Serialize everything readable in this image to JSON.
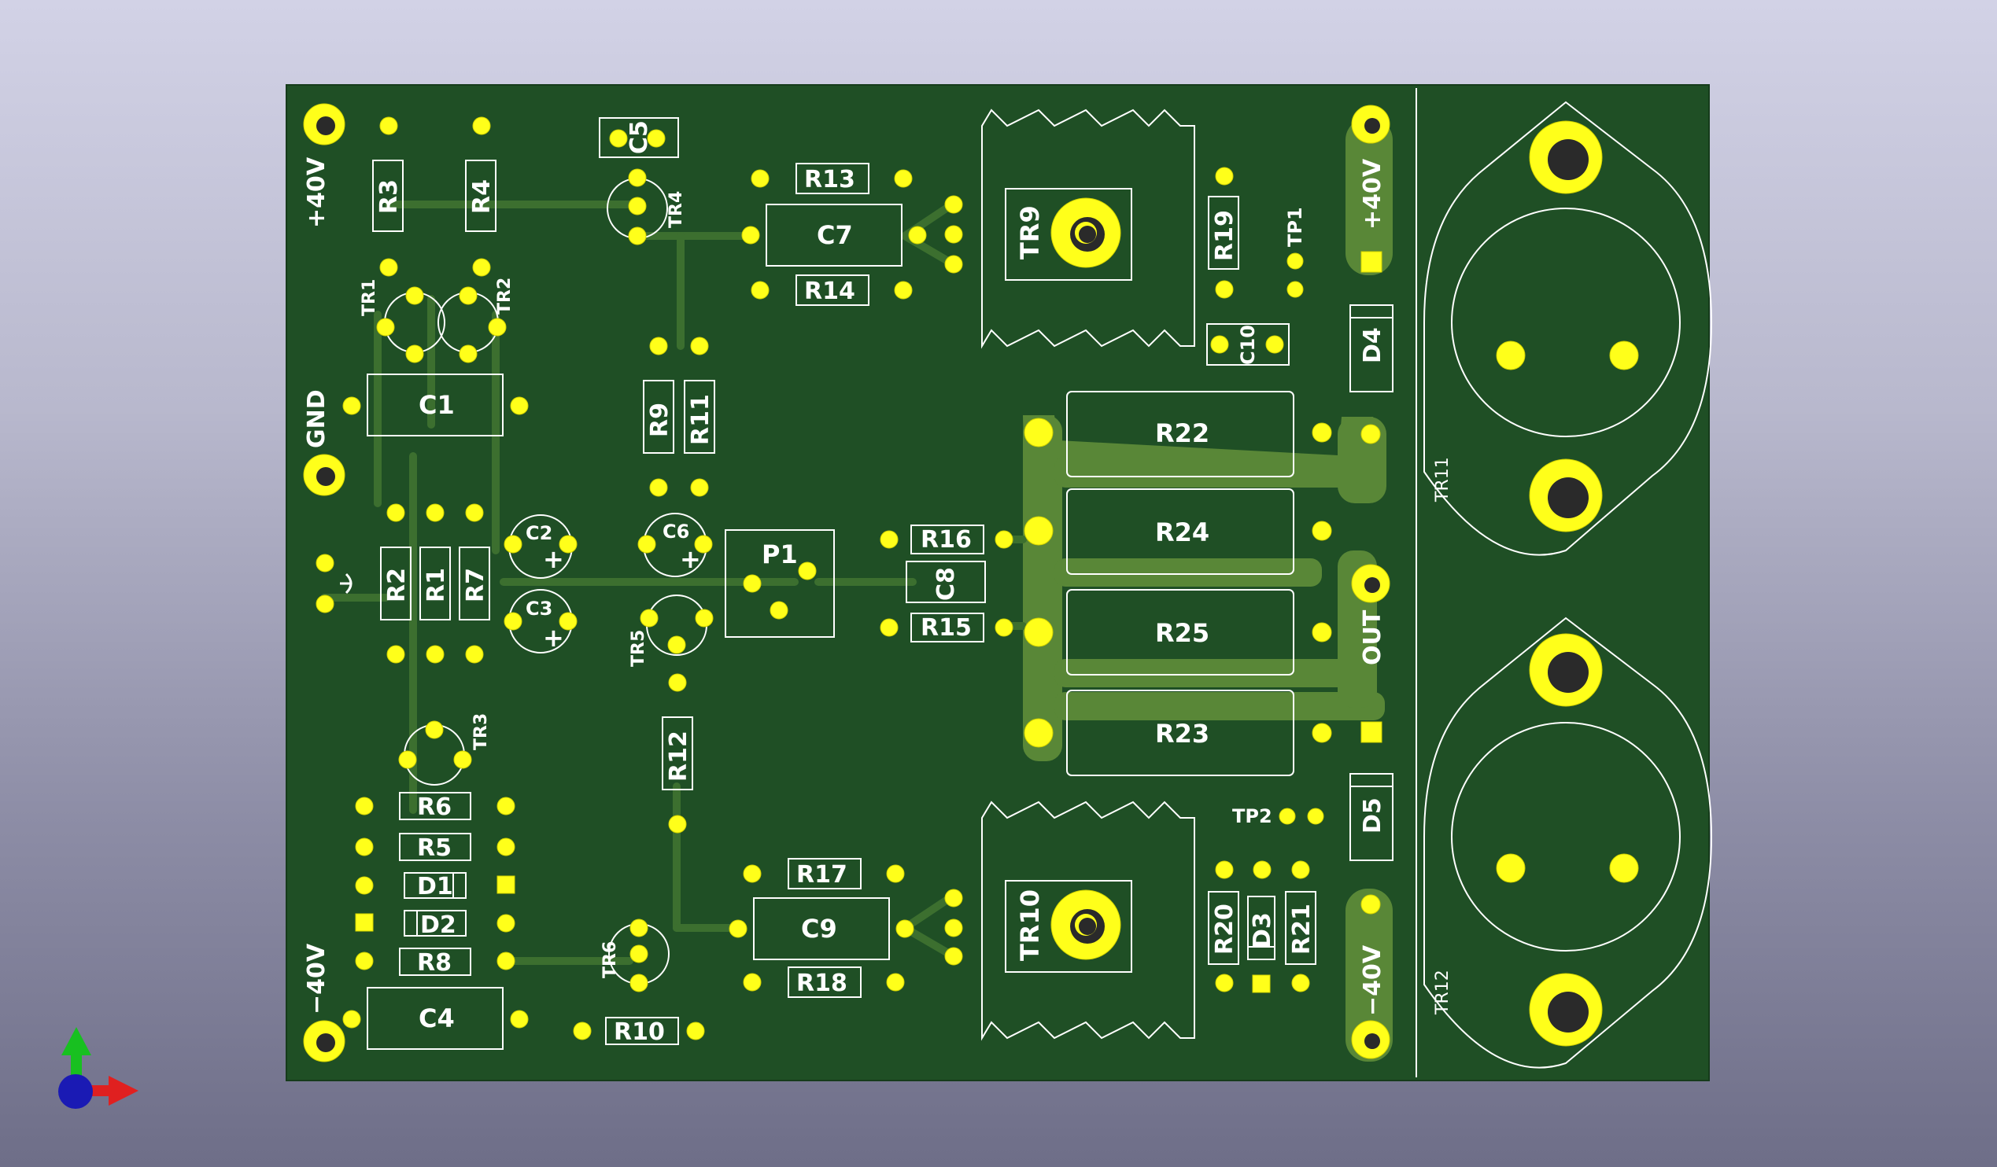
{
  "colors": {
    "board": "#1f4f25",
    "copper": "#3a6b2e",
    "copper_pour": "#5d8a38",
    "pad": "#ffff1a",
    "silkscreen": "#ffffff",
    "hole": "#222222"
  },
  "power_labels": {
    "v_pos_left": "+40V",
    "gnd": "GND",
    "v_neg_left": "−40V",
    "v_pos_right": "+40V",
    "out": "OUT",
    "v_neg_right": "−40V"
  },
  "components": {
    "R1": "R1",
    "R2": "R2",
    "R3": "R3",
    "R4": "R4",
    "R5": "R5",
    "R6": "R6",
    "R7": "R7",
    "R8": "R8",
    "R9": "R9",
    "R10": "R10",
    "R11": "R11",
    "R12": "R12",
    "R13": "R13",
    "R14": "R14",
    "R15": "R15",
    "R16": "R16",
    "R17": "R17",
    "R18": "R18",
    "R19": "R19",
    "R20": "R20",
    "R21": "R21",
    "R22": "R22",
    "R23": "R23",
    "R24": "R24",
    "R25": "R25",
    "C1": "C1",
    "C2": "C2",
    "C3": "C3",
    "C4": "C4",
    "C5": "C5",
    "C6": "C6",
    "C7": "C7",
    "C8": "C8",
    "C9": "C9",
    "C10": "C10",
    "TR1": "TR1",
    "TR2": "TR2",
    "TR3": "TR3",
    "TR4": "TR4",
    "TR5": "TR5",
    "TR6": "TR6",
    "TR9": "TR9",
    "TR10": "TR10",
    "TR11": "TR11",
    "TR12": "TR12",
    "D1": "D1",
    "D2": "D2",
    "D3": "D3",
    "D4": "D4",
    "D5": "D5",
    "P1": "P1",
    "TP1": "TP1",
    "TP2": "TP2"
  },
  "polarity": {
    "plus": "+"
  },
  "axis_gizmo": {
    "x_color": "#e02020",
    "y_color": "#18c020",
    "z_color": "#1a1ab4"
  }
}
